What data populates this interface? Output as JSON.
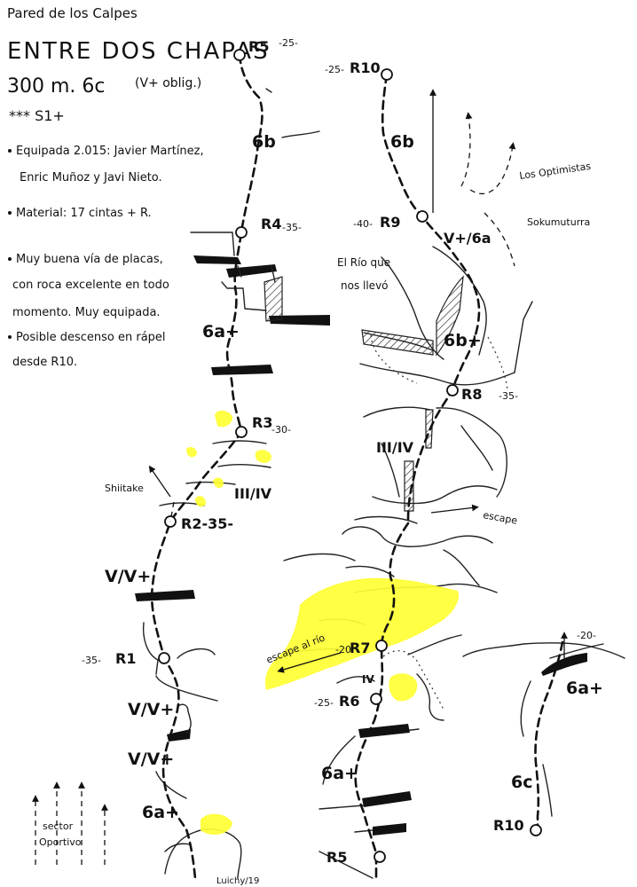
{
  "header": {
    "wall": "Pared de los Calpes",
    "title": "ENTRE DOS CHAPAS",
    "length_grade": "300 m. 6c",
    "oblig": "(V+ oblig.)",
    "rating": "*** S1+"
  },
  "notes": [
    "Equipada 2.015: Javier Martínez,",
    "Enric Muñoz y Javi Nieto.",
    "Material: 17 cintas + R.",
    "Muy buena vía de placas,",
    "con roca excelente en todo",
    "momento. Muy equipada.",
    "Posible descenso en rápel",
    "desde R10."
  ],
  "relays": {
    "r1": "R1",
    "r2": "R2",
    "r3": "R3",
    "r4": "R4",
    "r5": "R5",
    "r6": "R6",
    "r7": "R7",
    "r8": "R8",
    "r9": "R9",
    "r10": "R10",
    "r5b": "R5",
    "r10b": "R10"
  },
  "distances": {
    "r1": "-35-",
    "r2": "R2-35-",
    "r3": "-30-",
    "r4": "-35-",
    "r5": "-25-",
    "r6": "-25-",
    "r7": "-20",
    "r8": "-35-",
    "r9": "-40-",
    "r10": "-25-",
    "topright": "-20-"
  },
  "grades": {
    "g1": "6a+",
    "g2": "V/V+",
    "g3": "V/V+",
    "g4": "V/V+",
    "g5": "III/IV",
    "g6": "6a+",
    "g7": "6b",
    "g8": "6a+",
    "g9": "IV",
    "g10": "III/IV",
    "g11": "6b+",
    "g12": "V+/6a",
    "g13": "6b",
    "g14": "6c",
    "g15": "6a+"
  },
  "labels": {
    "shiitake": "Shiitake",
    "escape": "escape",
    "escape_rio": "escape al río",
    "rio_line1": "El Río que",
    "rio_line2": "nos llevó",
    "optimistas": "Los Optimistas",
    "sokumuturra": "Sokumuturra",
    "sector_line1": "sector",
    "sector_line2": "Oportivo",
    "author": "Luichy/19"
  },
  "colors": {
    "ink": "#111111",
    "highlight": "#ffff33",
    "paper": "#ffffff"
  }
}
